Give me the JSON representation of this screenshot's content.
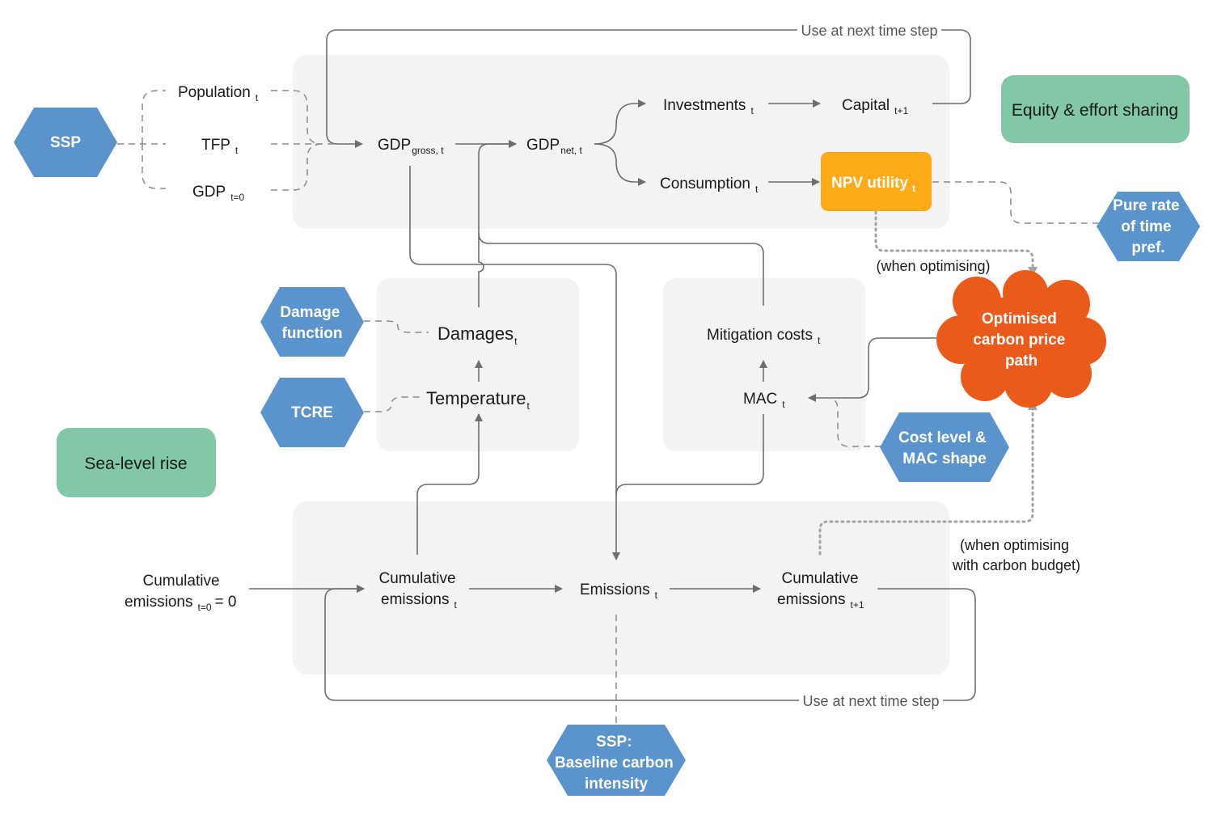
{
  "nodes": {
    "population": {
      "text": "Population",
      "sub": "t"
    },
    "tfp": {
      "text": "TFP",
      "sub": "t"
    },
    "gdp0": {
      "text": "GDP",
      "sub": "t=0"
    },
    "gdp_gross": {
      "text": "GDP",
      "sub": "gross, t"
    },
    "gdp_net": {
      "text": "GDP",
      "sub": "net, t"
    },
    "investments": {
      "text": "Investments",
      "sub": "t"
    },
    "capital": {
      "text": "Capital",
      "sub": "t+1"
    },
    "consumption": {
      "text": "Consumption",
      "sub": "t"
    },
    "npv_utility": {
      "text": "NPV utility",
      "sub": "t"
    },
    "damages": {
      "text": "Damages",
      "sub": "t"
    },
    "temperature": {
      "text": "Temperature",
      "sub": "t"
    },
    "mitigation_costs": {
      "text": "Mitigation costs",
      "sub": "t"
    },
    "mac": {
      "text": "MAC",
      "sub": "t"
    },
    "cum_emis_init": {
      "line1": "Cumulative",
      "line2": "emissions",
      "sub": "t=0",
      "suffix": "= 0"
    },
    "cum_emis_t": {
      "line1": "Cumulative",
      "line2": "emissions",
      "sub": "t"
    },
    "emissions": {
      "text": "Emissions",
      "sub": "t"
    },
    "cum_emis_t1": {
      "line1": "Cumulative",
      "line2": "emissions",
      "sub": "t+1"
    }
  },
  "hexagons": {
    "ssp": [
      "SSP"
    ],
    "damage_function": [
      "Damage",
      "function"
    ],
    "tcre": [
      "TCRE"
    ],
    "pure_rate": [
      "Pure rate",
      "of time",
      "pref."
    ],
    "cost_level": [
      "Cost level &",
      "MAC shape"
    ],
    "ssp_baseline": [
      "SSP:",
      "Baseline carbon",
      "intensity"
    ]
  },
  "boxes": {
    "equity": "Equity & effort sharing",
    "sea_level": "Sea-level rise"
  },
  "cloud": [
    "Optimised",
    "carbon price",
    "path"
  ],
  "notes": {
    "next_step_top": "Use at next time step",
    "next_step_bottom": "Use at next time step",
    "when_optimising": "(when optimising)",
    "budget_line1": "(when optimising",
    "budget_line2": "with carbon budget)"
  },
  "colors": {
    "hexagon": "#5b93cc",
    "npv_box": "#fbaa18",
    "cloud": "#ea5a1a",
    "green_box": "#82c8a6",
    "panel": "#f3f3f3",
    "arrow": "#6d6d6d"
  }
}
